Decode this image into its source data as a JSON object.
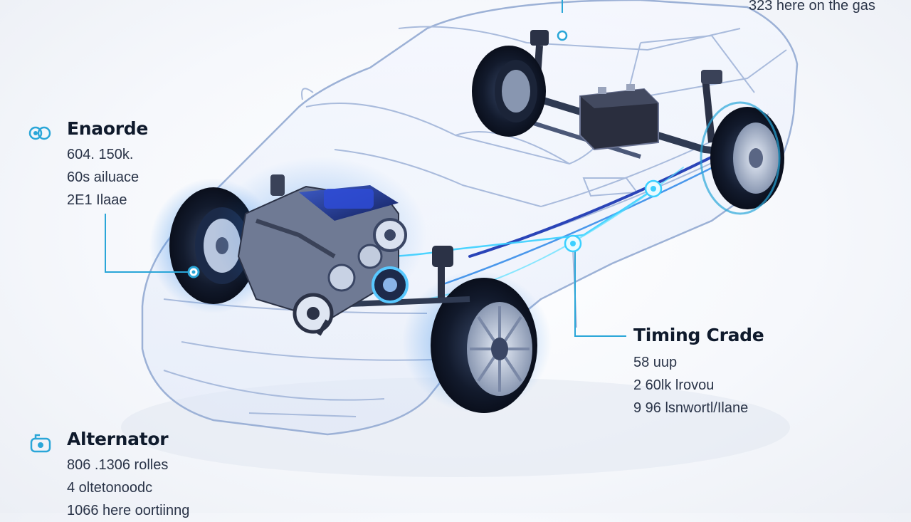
{
  "colors": {
    "accent": "#2aa6d8",
    "glow": "#1f7fe6",
    "outline": "#9cb1d6",
    "text_dark": "#0f1a2c"
  },
  "top_right": {
    "line": "323 here on the gas"
  },
  "engine": {
    "icon": "engine-icon",
    "title": "Enaorde",
    "lines": [
      "604. 150k.",
      "60s ailuace",
      "2E1 Ilaae"
    ]
  },
  "timing": {
    "title": "Timing Crade",
    "lines": [
      "58 uup",
      "2 60lk lrovou",
      "9 96 lsnwortl/Ilane"
    ]
  },
  "alternator": {
    "icon": "alternator-icon",
    "title": "Alternator",
    "lines": [
      "806 .1306 rolles",
      "4 oltetonoodc",
      "1066 here oortiinng"
    ]
  }
}
